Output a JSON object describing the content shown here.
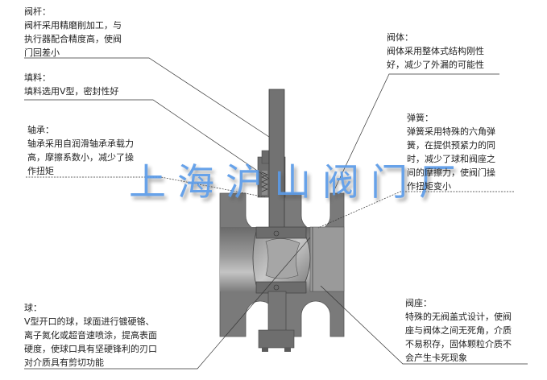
{
  "diagram": {
    "subject": "V-type ball valve cross-section",
    "watermark": "上海沪山阀门厂",
    "colors": {
      "background": "#ffffff",
      "body_gray": "#7a7a7a",
      "body_dark": "#5e5e5e",
      "body_light": "#b8b8b8",
      "watermark_blue": "#5b9be8",
      "leader_line": "#333333"
    }
  },
  "callouts": {
    "stem": {
      "title": "阀杆：",
      "lines": [
        "阀杆采用精磨削加工，与",
        "执行器配合精度高，使阀",
        "门回差小"
      ]
    },
    "packing": {
      "title": "填料：",
      "lines": [
        "填料选用V型，密封性好"
      ]
    },
    "bearing": {
      "title": "轴承：",
      "lines": [
        "轴承采用自润滑轴承承载力",
        "高，摩擦系数小，减少了操",
        "作扭矩"
      ]
    },
    "body": {
      "title": "阀体：",
      "lines": [
        "阀体采用整体式结构刚性",
        "好，减少了外漏的可能性"
      ]
    },
    "spring": {
      "title": "弹簧：",
      "lines": [
        "弹簧采用特殊的六角弹",
        "簧，在提供预紧力的同",
        "时，减少了球和阀座之",
        "间的摩擦力，使阀门操",
        "作扭矩变小"
      ]
    },
    "ball": {
      "title": "球：",
      "lines": [
        "V型开口的球，球面进行镀硬铬、",
        "离子氮化或超音速喷涂，提高表面",
        "硬度，使球口具有坚硬锋利的刃口",
        "对介质具有剪切功能"
      ]
    },
    "seat": {
      "title": "阀座：",
      "lines": [
        "特殊的无阀盖式设计，使阀",
        "座与阀体之间无死角，介质",
        "不易积存，固体颗粒介质不",
        "会产生卡死现象"
      ]
    }
  }
}
